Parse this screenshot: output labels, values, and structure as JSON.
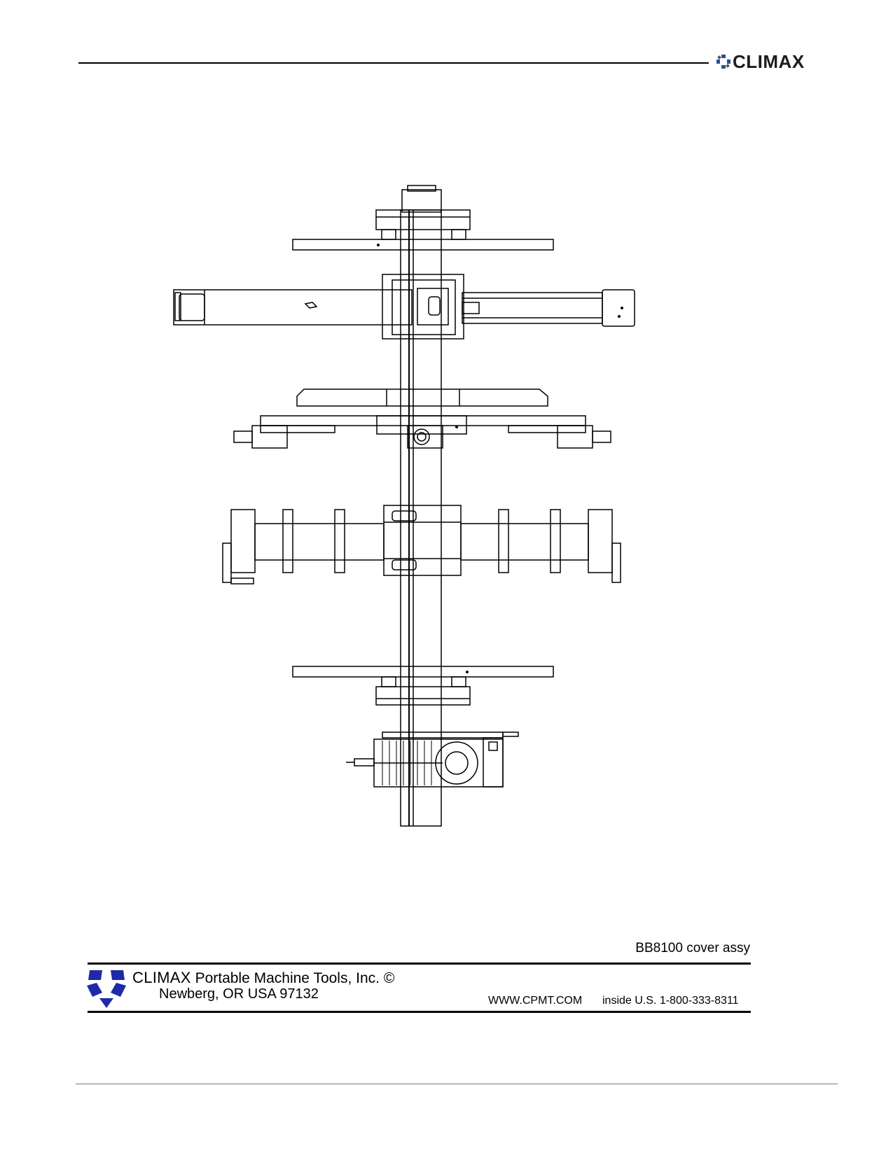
{
  "header": {
    "brand": "CLIMAX",
    "brand_icon": "climax-gear-icon"
  },
  "drawing": {
    "caption": "BB8100 cover assy"
  },
  "title_block": {
    "company_brand": "CLIMAX",
    "company_rest": "Portable Machine Tools, Inc. ©",
    "address": "Newberg, OR USA 97132",
    "website": "WWW.CPMT.COM",
    "phone": "inside U.S. 1-800-333-8311",
    "logo_icon": "climax-star-logo-icon",
    "logo_color": "#1f2aa8"
  }
}
